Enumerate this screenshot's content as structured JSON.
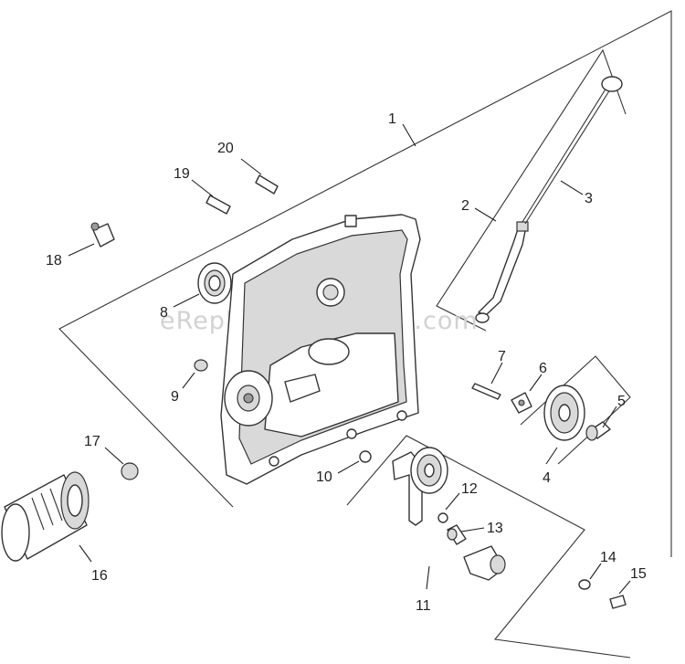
{
  "watermark": "eReplacementParts.com",
  "callouts": {
    "c1": "1",
    "c2": "2",
    "c3": "3",
    "c4": "4",
    "c5": "5",
    "c6": "6",
    "c7": "7",
    "c8": "8",
    "c9": "9",
    "c10": "10",
    "c11": "11",
    "c12": "12",
    "c13": "13",
    "c14": "14",
    "c15": "15",
    "c16": "16",
    "c17": "17",
    "c18": "18",
    "c19": "19",
    "c20": "20"
  }
}
